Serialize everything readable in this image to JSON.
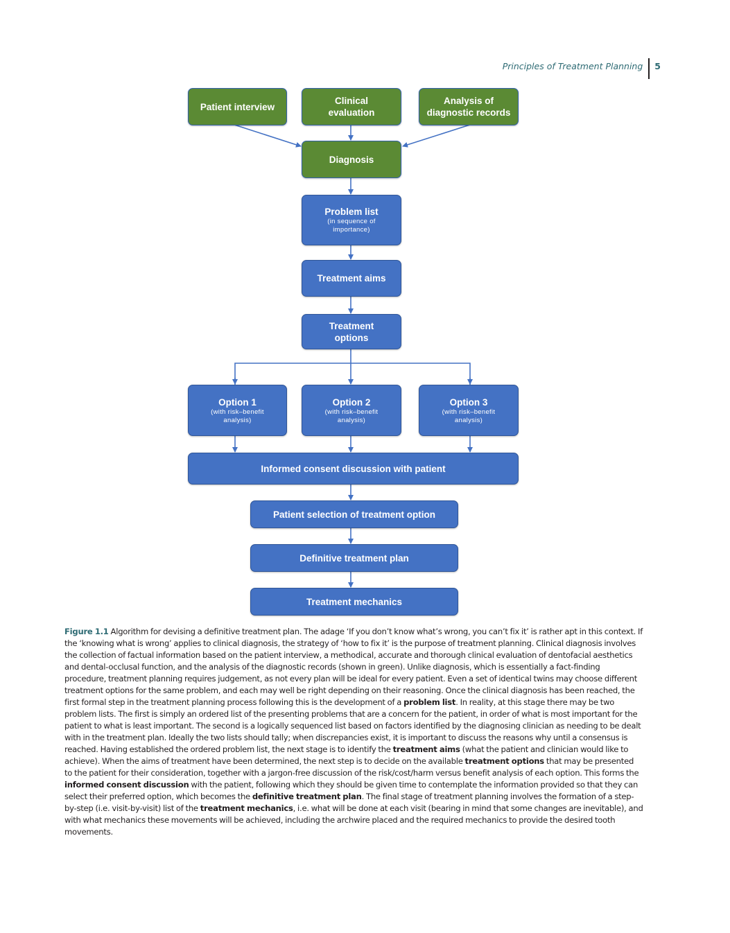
{
  "header": {
    "title": "Principles of Treatment Planning",
    "page": "5"
  },
  "flowchart": {
    "patient_interview": "Patient interview",
    "clinical_evaluation": [
      "Clinical",
      "evaluation"
    ],
    "analysis_records": [
      "Analysis of",
      "diagnostic records"
    ],
    "diagnosis": "Diagnosis",
    "problem_list": {
      "title": "Problem list",
      "sub": [
        "(in sequence of",
        "importance)"
      ]
    },
    "treatment_aims": "Treatment aims",
    "treatment_options": [
      "Treatment",
      "options"
    ],
    "options": [
      {
        "title": "Option 1",
        "sub": [
          "(with risk–benefit",
          "analysis)"
        ]
      },
      {
        "title": "Option 2",
        "sub": [
          "(with risk–benefit",
          "analysis)"
        ]
      },
      {
        "title": "Option 3",
        "sub": [
          "(with risk–benefit",
          "analysis)"
        ]
      }
    ],
    "informed_consent": "Informed consent discussion with patient",
    "patient_selection": "Patient selection of treatment option",
    "definitive_plan": "Definitive treatment plan",
    "treatment_mechanics": "Treatment mechanics"
  },
  "colors": {
    "green": "#5b8a34",
    "blue": "#4472c4",
    "connector": "#4472c4",
    "accent": "#2e6b74"
  },
  "caption": {
    "label": "Figure 1.1",
    "s1": "Algorithm for devising a definitive treatment plan. The adage ‘If you don’t know what’s wrong, you can’t fix it’ is rather apt in this context. If the ‘knowing what is wrong’ applies to clinical diagnosis, the strategy of ‘how to fix it’ is the purpose of treatment planning. Clinical diagnosis involves the collection of factual information based on the patient interview, a methodical, accurate and thorough clinical evaluation of dentofacial aesthetics and dental-occlusal function, and the analysis of the diagnostic records (shown in green). Unlike diagnosis, which is essentially a fact-finding procedure, treatment planning requires judgement, as not every plan will be ideal for every patient. Even a set of identical twins may choose different treatment options for the same problem, and each may well be right depending on their reasoning. Once the clinical diagnosis has been reached, the first formal step in the treatment planning process following this is the development of a",
    "b1": "problem list",
    "s2": ". In reality, at this stage there may be two problem lists. The first is simply an ordered list of the presenting problems that are a concern for the patient, in order of what is most important for the patient to what is least important. The second is a logically sequenced list based on factors identified by the diagnosing clinician as needing to be dealt with in the treatment plan. Ideally the two lists should tally; when discrepancies exist, it is important to discuss the reasons why until a consensus is reached. Having established the ordered problem list, the next stage is to identify the",
    "b2": "treatment aims",
    "s3": "(what the patient and clinician would like to achieve). When the aims of treatment have been determined, the next step is to decide on the available",
    "b3": "treatment options",
    "s4": "that may be presented to the patient for their consideration, together with a jargon-free discussion of the risk/cost/harm versus benefit analysis of each option. This forms the",
    "b4": "informed consent discussion",
    "s5": "with the patient, following which they should be given time to contemplate the information provided so that they can select their preferred option, which becomes the",
    "b5": "definitive treatment plan",
    "s6": ". The final stage of treatment planning involves the formation of a step-by-step (i.e. visit-by-visit) list of the",
    "b6": "treatment mechanics",
    "s7": ", i.e. what will be done at each visit (bearing in mind that some changes are inevitable), and with what mechanics these movements will be achieved, including the archwire placed and the required mechanics to provide the desired tooth movements."
  }
}
